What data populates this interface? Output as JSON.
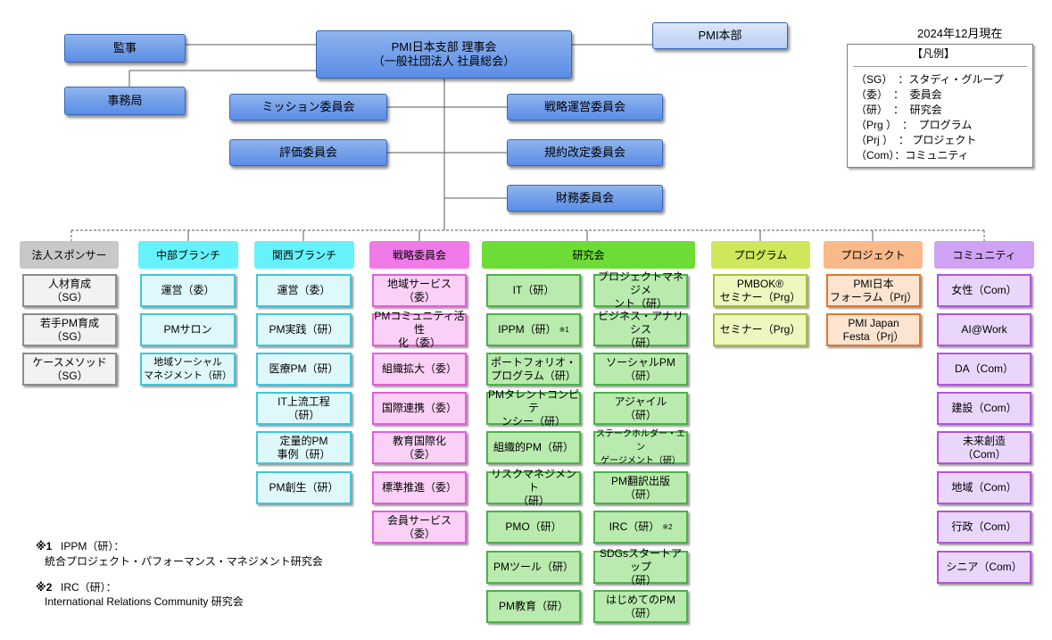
{
  "date": "2024年12月現在",
  "top": {
    "board": "PMI日本支部 理事会\n（一般社団法人 社員総会）",
    "auditor": "監事",
    "secretariat": "事務局",
    "hq": "PMI本部",
    "committees_left": [
      "ミッション委員会",
      "評価委員会"
    ],
    "committees_right": [
      "戦略運営委員会",
      "規約改定委員会",
      "財務委員会"
    ]
  },
  "legend": {
    "title": "【凡例】",
    "items": [
      "（SG）　：スタディ・グループ",
      "（委）　：  委員会",
      "（研）　：  研究会",
      "（Prg ）　：  プログラム",
      "（Prj ）　： プロジェクト",
      "（Com）：コミュニティ"
    ]
  },
  "columns": {
    "sponsor": {
      "header": "法人スポンサー",
      "items": [
        "人材育成\n（SG）",
        "若手PM育成\n（SG）",
        "ケースメソッド\n（SG）"
      ]
    },
    "chubu": {
      "header": "中部ブランチ",
      "items": [
        "運営（委）",
        "PMサロン",
        "地域ソーシャル\nマネジメント（研）"
      ]
    },
    "kansai": {
      "header": "関西ブランチ",
      "items": [
        "運営（委）",
        "PM実践（研）",
        "医療PM（研）",
        "IT上流工程\n（研）",
        "定量的PM\n事例（研）",
        "PM創生（研）"
      ]
    },
    "strategy": {
      "header": "戦略委員会",
      "items": [
        "地域サービス\n（委）",
        "PMコミュニティ活性\n化（委）",
        "組織拡大（委）",
        "国際連携（委）",
        "教育国際化\n（委）",
        "標準推進（委）",
        "会員サービス\n（委）"
      ]
    },
    "research": {
      "header": "研究会",
      "left": [
        "IT（研）",
        "IPPM（研）",
        "ポートフォリオ・\nプログラム（研）",
        "PMタレントコンピテ\nンシー（研）",
        "組織的PM（研）",
        "リスクマネジメント\n（研）",
        "PMO（研）",
        "PMツール（研）",
        "PM教育（研）"
      ],
      "right": [
        "プロジェクトマネジメ\nント（研）",
        "ビジネス・アナリシス\n（研）",
        "ソーシャルPM\n（研）",
        "アジャイル\n（研）",
        "ステークホルダー・エン\nゲージメント（研）",
        "PM翻訳出版\n（研）",
        "IRC（研）",
        "SDGsスタートアップ\n（研）",
        "はじめてのPM\n（研）"
      ],
      "mark1": "※1",
      "mark2": "※2"
    },
    "program": {
      "header": "プログラム",
      "items": [
        "PMBOK®\nセミナー（Prg）",
        "セミナー（Prg）"
      ]
    },
    "project": {
      "header": "プロジェクト",
      "items": [
        "PMI日本\nフォーラム（Prj）",
        "PMI Japan\nFesta（Prj）"
      ]
    },
    "community": {
      "header": "コミュニティ",
      "items": [
        "女性（Com）",
        "AI@Work",
        "DA（Com）",
        "建設（Com）",
        "未来創造\n（Com）",
        "地域（Com）",
        "行政（Com）",
        "シニア（Com）"
      ]
    }
  },
  "notes": {
    "n1_mark": "※1",
    "n1_head": "IPPM（研）：",
    "n1_body": "統合プロジェクト・パフォーマンス・マネジメント研究会",
    "n2_mark": "※2",
    "n2_head": "IRC（研）：",
    "n2_body": "International Relations Community 研究会"
  },
  "colors": {
    "blue": "#5a8de6",
    "gray": "#c8c8c8",
    "cyan": "#66f2fb",
    "pink": "#f07ae8",
    "green": "#6cdc36",
    "yellow": "#cde85a",
    "orange": "#f9b98a",
    "purple": "#cfa2f4"
  }
}
